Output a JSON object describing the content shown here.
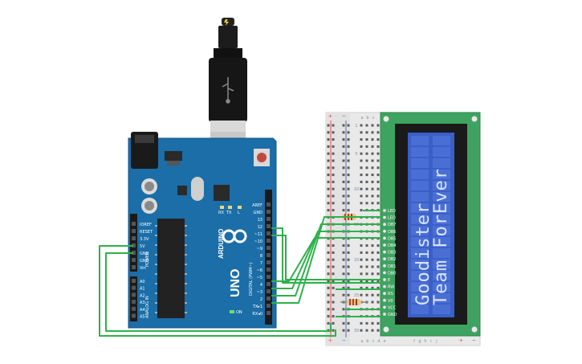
{
  "arduino": {
    "brand": "ARDUINO",
    "model": "UNO",
    "digital_title": "DIGITAL (PWM~)",
    "power_title": "POWER",
    "analog_title": "ANALOG IN",
    "on_label": "ON",
    "top_pins": [
      "AREF",
      "GND",
      "13",
      "12",
      "~11",
      "~10",
      "~9",
      "8",
      "7",
      "~6",
      "~5",
      "4",
      "~3",
      "2",
      "TX▸1",
      "RX◂0"
    ],
    "power_pins": [
      "IOREF",
      "RESET",
      "3.3V",
      "5V",
      "GND",
      "GND",
      "Vin"
    ],
    "analog_pins": [
      "A0",
      "A1",
      "A2",
      "A3",
      "A4",
      "A5"
    ],
    "led_labels": [
      "RX",
      "TX",
      "L"
    ]
  },
  "breadboard": {
    "columns_top": [
      "a",
      "b",
      "c"
    ],
    "columns_bottom": [
      "a",
      "b",
      "c",
      "d",
      "e"
    ],
    "columns_right": [
      "f",
      "g",
      "h",
      "i",
      "j"
    ],
    "row_numbers": [
      "1",
      "5",
      "10",
      "15",
      "20",
      "25",
      "30"
    ],
    "rail_plus": "+",
    "rail_minus": "−"
  },
  "lcd": {
    "line1": "Goodister",
    "line2": "Team ForEver",
    "pin_labels": [
      "LED",
      "LED",
      "DB7",
      "DB6",
      "DB5",
      "DB4",
      "DB3",
      "DB2",
      "DB1",
      "DB0",
      "E",
      "RW",
      "RS",
      "V0",
      "VCC",
      "GND"
    ]
  },
  "colors": {
    "board": "#1b6ea8",
    "wire": "#2db14a",
    "lcd_pcb": "#3ea360",
    "lcd_screen": "#3a5fc8",
    "breadboard": "#e6e6e6"
  }
}
